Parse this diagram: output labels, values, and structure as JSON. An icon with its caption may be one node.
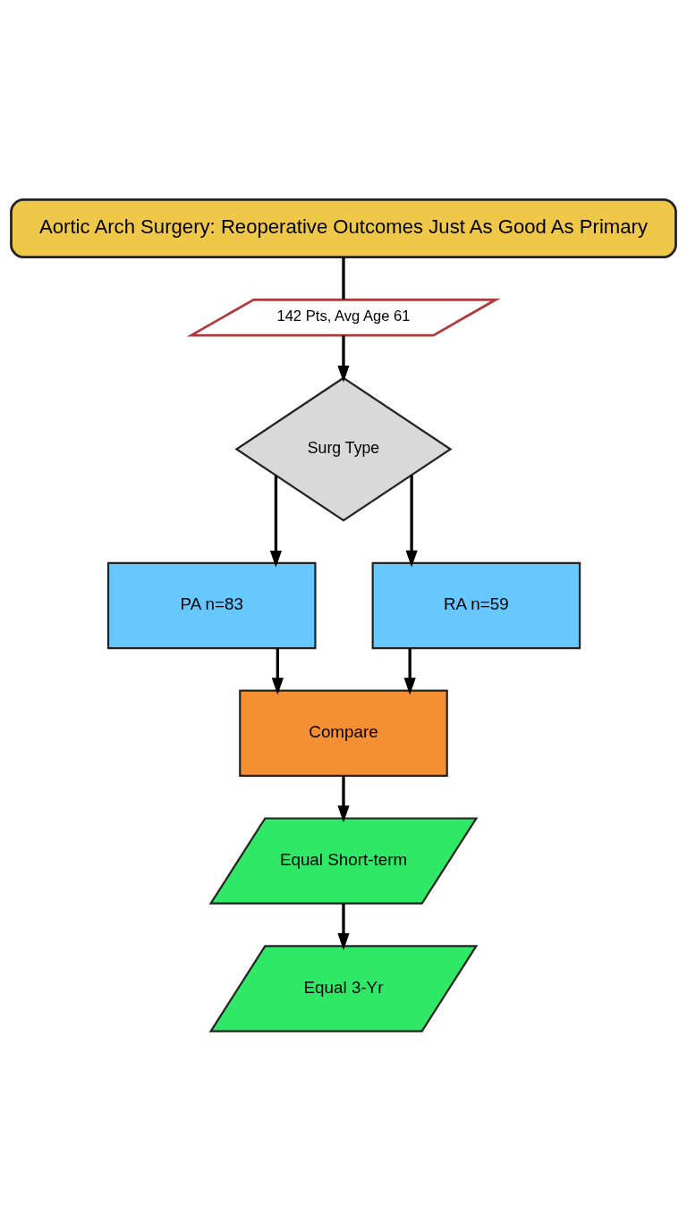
{
  "diagram": {
    "nodes": [
      {
        "text": [
          "Aortic Arch Surgery: Reoperative Outcomes Just As Good As Primary"
        ]
      },
      {
        "text": [
          "142 Pts, Avg Age 61"
        ]
      },
      {
        "text": [
          "Surg Type"
        ]
      },
      {
        "text": [
          "PA n=83"
        ]
      },
      {
        "text": [
          "RA n=59"
        ]
      },
      {
        "text": [
          "Compare"
        ]
      },
      {
        "text": [
          "Equal Short-term"
        ]
      },
      {
        "text": [
          "Equal 3-Yr"
        ]
      }
    ],
    "edges": [
      {
        "from": 0,
        "to": 1,
        "arrow": "none"
      },
      {
        "from": 1,
        "to": 2,
        "arrow": "to"
      },
      {
        "from": 2,
        "to": 3,
        "arrow": "to"
      },
      {
        "from": 2,
        "to": 4,
        "arrow": "to"
      },
      {
        "from": 3,
        "to": 5,
        "arrow": "to"
      },
      {
        "from": 4,
        "to": 5,
        "arrow": "to"
      },
      {
        "from": 5,
        "to": 6,
        "arrow": "to"
      },
      {
        "from": 6,
        "to": 7,
        "arrow": "to"
      }
    ]
  }
}
